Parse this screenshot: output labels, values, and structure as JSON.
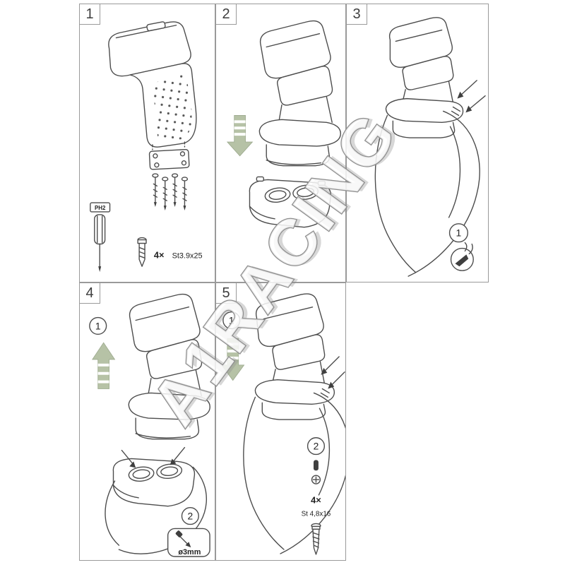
{
  "watermark": "A1RACING",
  "colors": {
    "line": "#4c4c4c",
    "panel_border": "#9a9a9a",
    "arrow_green": "#b6c2a6"
  },
  "panels": {
    "p1": {
      "number": "1",
      "tool_label": "PH2",
      "qty_label": "4×",
      "screw_label": "St3.9x25"
    },
    "p2": {
      "number": "2"
    },
    "p3": {
      "number": "3",
      "step1": "1"
    },
    "p4": {
      "number": "4",
      "step1": "1",
      "step2": "2",
      "drill_label": "ø3mm"
    },
    "p5": {
      "number": "5",
      "step1": "1",
      "step2": "2",
      "qty_label": "4×",
      "screw_label": "St 4,8x16"
    }
  }
}
